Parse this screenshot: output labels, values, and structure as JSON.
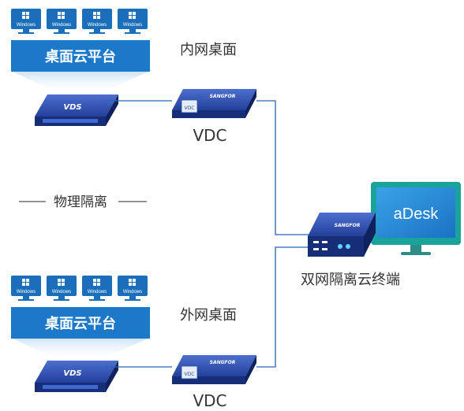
{
  "windows_label": "Windows",
  "top": {
    "platform_label": "桌面云平台",
    "network_label": "内网桌面",
    "server_label": "VDS",
    "vdc_label": "VDC",
    "vdc_badge": "VDC",
    "brand": "SANGFOR"
  },
  "bottom": {
    "platform_label": "桌面云平台",
    "network_label": "外网桌面",
    "server_label": "VDS",
    "vdc_label": "VDC",
    "vdc_badge": "VDC",
    "brand": "SANGFOR"
  },
  "isolation_label": "物理隔离",
  "terminal": {
    "screen_label": "aDesk",
    "brand": "SANGFOR",
    "caption": "双网隔离云终端"
  },
  "colors": {
    "platform_blue": "#1c78c8",
    "monitor_blue": "#1b6fba",
    "device_navy": "#14307e",
    "line_blue": "#2a63b6",
    "terminal_teal": "#19a39b"
  }
}
